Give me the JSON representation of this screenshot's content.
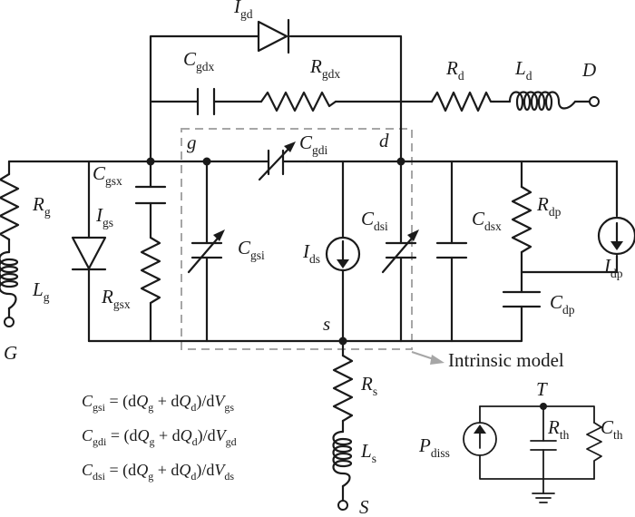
{
  "components": {
    "Igd": {
      "main": "I",
      "sub": "gd"
    },
    "Cgdx": {
      "main": "C",
      "sub": "gdx"
    },
    "Rgdx": {
      "main": "R",
      "sub": "gdx"
    },
    "Rd": {
      "main": "R",
      "sub": "d"
    },
    "Ld": {
      "main": "L",
      "sub": "d"
    },
    "Cgdi": {
      "main": "C",
      "sub": "gdi"
    },
    "Cgsx": {
      "main": "C",
      "sub": "gsx"
    },
    "Rg": {
      "main": "R",
      "sub": "g"
    },
    "Igs": {
      "main": "I",
      "sub": "gs"
    },
    "Rgsx": {
      "main": "R",
      "sub": "gsx"
    },
    "Lg": {
      "main": "L",
      "sub": "g"
    },
    "Cgsi": {
      "main": "C",
      "sub": "gsi"
    },
    "Ids": {
      "main": "I",
      "sub": "ds"
    },
    "Cdsi": {
      "main": "C",
      "sub": "dsi"
    },
    "Cdsx": {
      "main": "C",
      "sub": "dsx"
    },
    "Rdp": {
      "main": "R",
      "sub": "dp"
    },
    "Idp": {
      "main": "I",
      "sub": "dp"
    },
    "Cdp": {
      "main": "C",
      "sub": "dp"
    },
    "Rs": {
      "main": "R",
      "sub": "s"
    },
    "Ls": {
      "main": "L",
      "sub": "s"
    },
    "Rth": {
      "main": "R",
      "sub": "th"
    },
    "Cth": {
      "main": "C",
      "sub": "th"
    },
    "Pdiss": {
      "main": "P",
      "sub": "diss"
    }
  },
  "nodes": {
    "D": "D",
    "G": "G",
    "S": "S",
    "g": "g",
    "d": "d",
    "s": "s",
    "T": "T"
  },
  "intrinsic_label": "Intrinsic model",
  "equations": [
    {
      "lhs": "C",
      "lhs_sub": "gsi",
      "eq": " = (d",
      "q1": "Q",
      "q1s": "g",
      "plus": " + d",
      "q2": "Q",
      "q2s": "d",
      "tail": ")/d",
      "v": "V",
      "vs": "gs"
    },
    {
      "lhs": "C",
      "lhs_sub": "gdi",
      "eq": " = (d",
      "q1": "Q",
      "q1s": "g",
      "plus": " + d",
      "q2": "Q",
      "q2s": "d",
      "tail": ")/d",
      "v": "V",
      "vs": "gd"
    },
    {
      "lhs": "C",
      "lhs_sub": "dsi",
      "eq": " = (d",
      "q1": "Q",
      "q1s": "g",
      "plus": " + d",
      "q2": "Q",
      "q2s": "d",
      "tail": ")/d",
      "v": "V",
      "vs": "ds"
    }
  ]
}
